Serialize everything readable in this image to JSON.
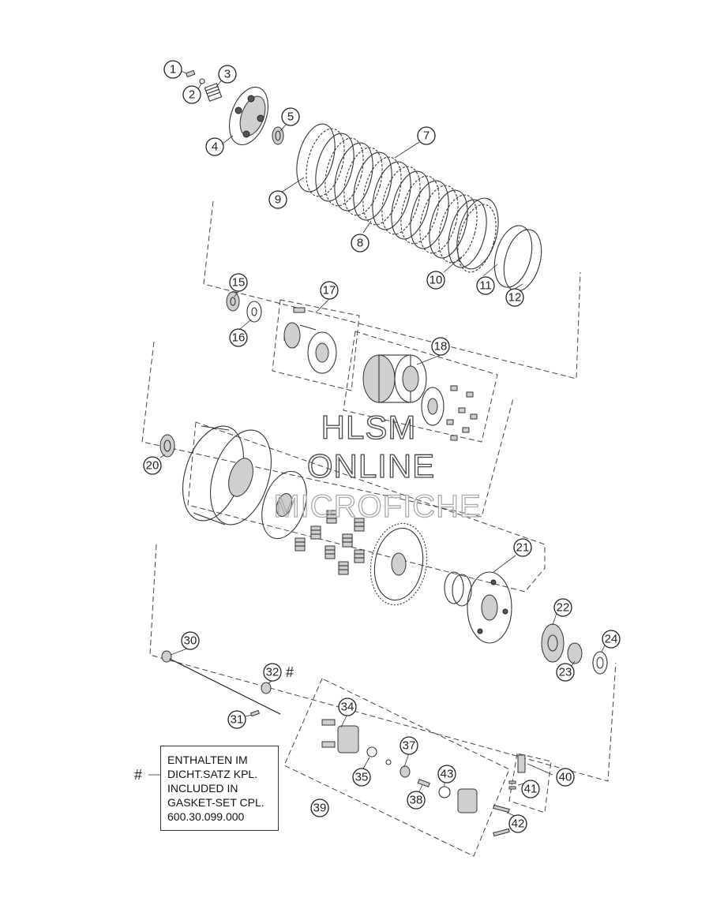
{
  "callouts": [
    "1",
    "2",
    "3",
    "4",
    "5",
    "7",
    "8",
    "9",
    "10",
    "11",
    "12",
    "15",
    "16",
    "17",
    "18",
    "20",
    "21",
    "22",
    "23",
    "24",
    "30",
    "31",
    "32",
    "34",
    "35",
    "37",
    "38",
    "39",
    "40",
    "41",
    "42",
    "43"
  ],
  "marker_32": "#",
  "note": {
    "marker": "#",
    "lines": [
      "ENTHALTEN IM",
      "DICHT.SATZ KPL.",
      "INCLUDED IN",
      "GASKET-SET CPL.",
      "600.30.099.000"
    ]
  },
  "watermark": {
    "line1": "HLSM",
    "line2": "ONLINE",
    "line3": "MICROFICHE"
  }
}
